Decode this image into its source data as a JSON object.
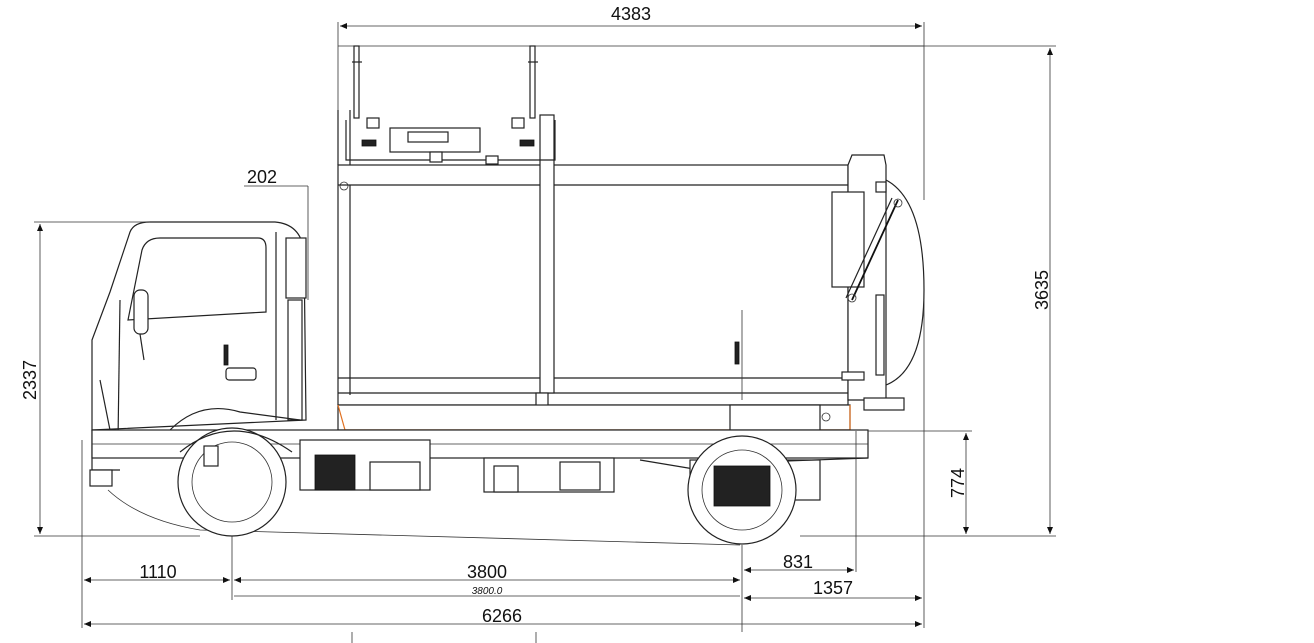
{
  "dimensions": {
    "body_length": "4383",
    "total_height": "3635",
    "cab_height": "2337",
    "cab_gap": "202",
    "frame_height": "774",
    "front_overhang": "1110",
    "wheelbase": "3800",
    "wheelbase_small": "3800.0",
    "rear_axle_to_frame_end": "831",
    "rear_overhang": "1357",
    "overall_length": "6266"
  }
}
